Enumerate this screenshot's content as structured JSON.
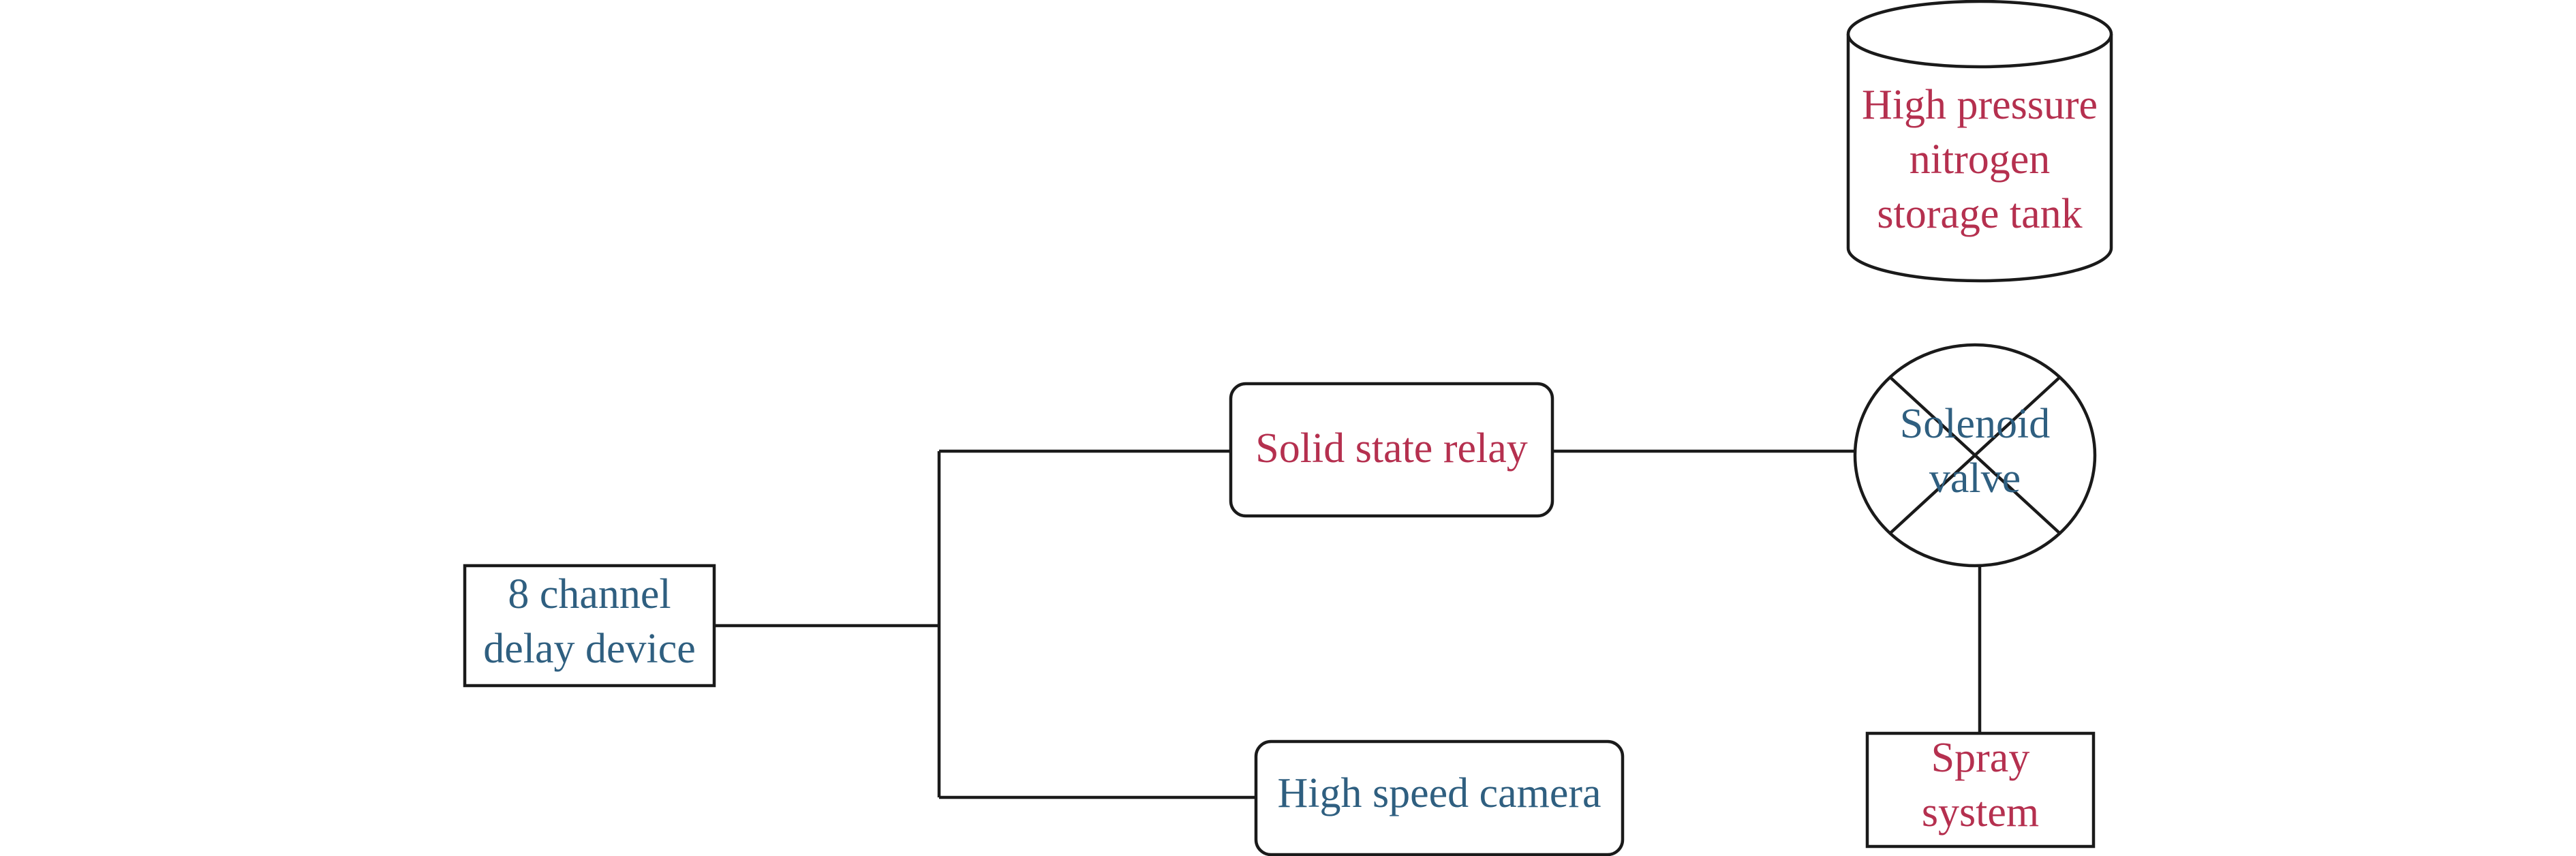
{
  "colors": {
    "red_label": "#b5304f",
    "blue_label": "#2f5f80",
    "line": "#1a1a1a"
  },
  "nodes": {
    "delay_device": {
      "lines": [
        "8 channel",
        "delay device"
      ],
      "color": "#2f5f80"
    },
    "solid_state_relay": {
      "lines": [
        "Solid state relay"
      ],
      "color": "#b5304f"
    },
    "high_speed_camera": {
      "lines": [
        "High speed camera"
      ],
      "color": "#2f5f80"
    },
    "nitrogen_tank": {
      "lines": [
        "High pressure",
        "nitrogen",
        "storage tank"
      ],
      "color": "#b5304f"
    },
    "solenoid_valve": {
      "lines": [
        "Solenoid",
        "valve"
      ],
      "color": "#2f5f80"
    },
    "spray_system": {
      "lines": [
        "Spray",
        "system"
      ],
      "color": "#b5304f"
    }
  }
}
